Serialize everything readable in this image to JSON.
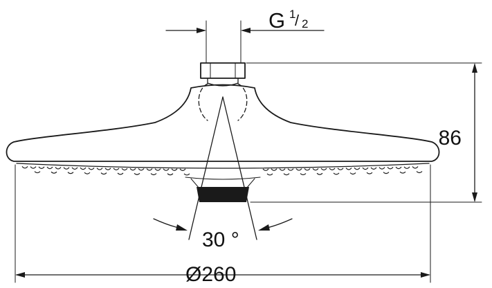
{
  "dimensions": {
    "thread_label": "G",
    "thread_fraction_numerator": "1",
    "thread_fraction_denominator": "2",
    "height_label": "86",
    "spray_angle_label": "30 °",
    "diameter_label": "Ø260"
  },
  "colors": {
    "line": "#1a1a1a",
    "background": "#ffffff"
  }
}
